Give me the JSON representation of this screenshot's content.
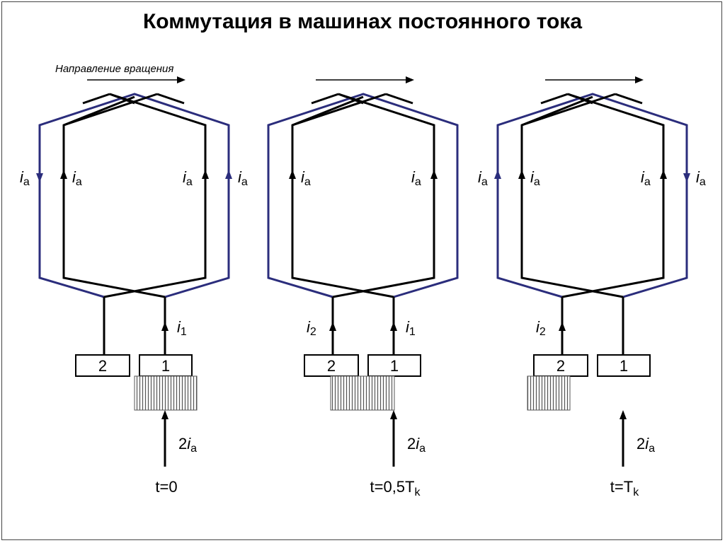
{
  "title": "Коммутация в машинах постоянного тока",
  "rotation_label": "Направление вращения",
  "current_symbol": "i",
  "current_subscript_a": "a",
  "branch_current_1": "1",
  "branch_current_2": "2",
  "total_current_coef": "2",
  "segments": [
    "2",
    "1"
  ],
  "panels": [
    {
      "time_main": "t=0",
      "time_sub": ""
    },
    {
      "time_main": "t=0,5T",
      "time_sub": "k"
    },
    {
      "time_main": "t=T",
      "time_sub": "k"
    }
  ],
  "colors": {
    "black_coil": "#000000",
    "blue_coil": "#2b2d7c",
    "brush_fill": "#cfcfcf"
  }
}
